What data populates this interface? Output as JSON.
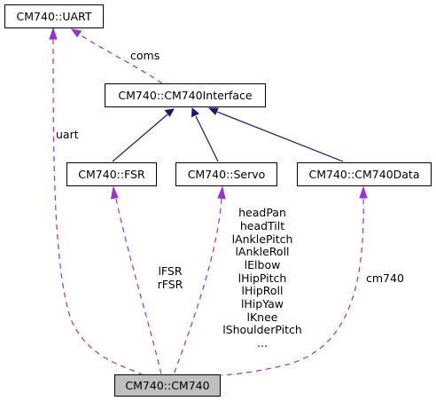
{
  "nodes": {
    "uart": "CM740::UART",
    "interface": "CM740::CM740Interface",
    "fsr": "CM740::FSR",
    "servo": "CM740::Servo",
    "data": "CM740::CM740Data",
    "cm740": "CM740::CM740"
  },
  "edge_labels": {
    "coms": "coms",
    "uart": "uart",
    "fsr": [
      "lFSR",
      "rFSR"
    ],
    "servo": [
      "headPan",
      "headTilt",
      "lAnklePitch",
      "lAnkleRoll",
      "lElbow",
      "lHipPitch",
      "lHipRoll",
      "lHipYaw",
      "lKnee",
      "lShoulderPitch",
      "..."
    ],
    "cm740": "cm740"
  },
  "colors": {
    "inheritance": "#191970",
    "usage": "#9a32cd",
    "highlight_fill": "#bfbfbf"
  }
}
